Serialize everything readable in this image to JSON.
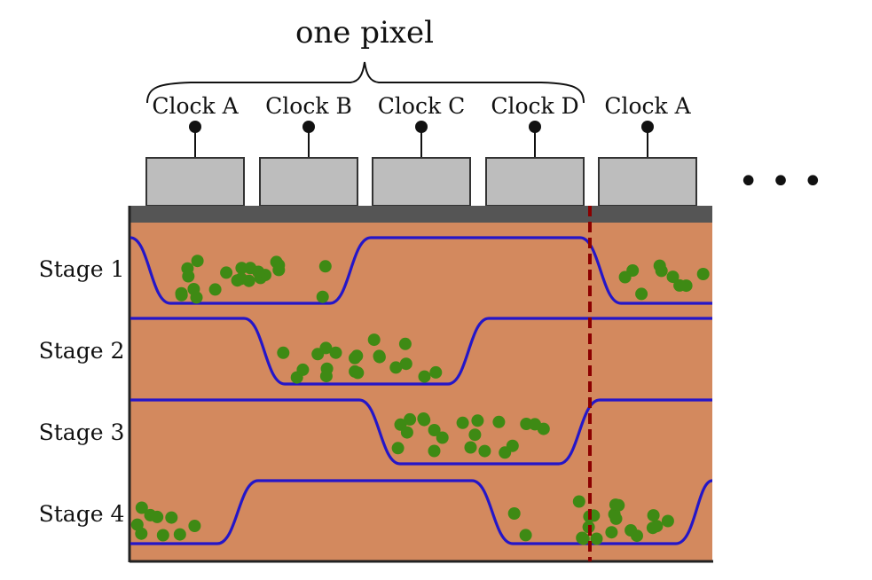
{
  "title": "one pixel",
  "clocks": [
    {
      "label": "Clock A"
    },
    {
      "label": "Clock B"
    },
    {
      "label": "Clock C"
    },
    {
      "label": "Clock D"
    },
    {
      "label": "Clock A"
    }
  ],
  "stages": [
    {
      "label": "Stage 1"
    },
    {
      "label": "Stage 2"
    },
    {
      "label": "Stage 3"
    },
    {
      "label": "Stage 4"
    }
  ],
  "continuation": "• • •",
  "colors": {
    "substrate": "#d3895e",
    "oxide_bar": "#555555",
    "gate": "#bdbdbd",
    "potential_line": "#2416c8",
    "charge": "#3e8a14",
    "pixel_boundary": "#8b0000"
  }
}
